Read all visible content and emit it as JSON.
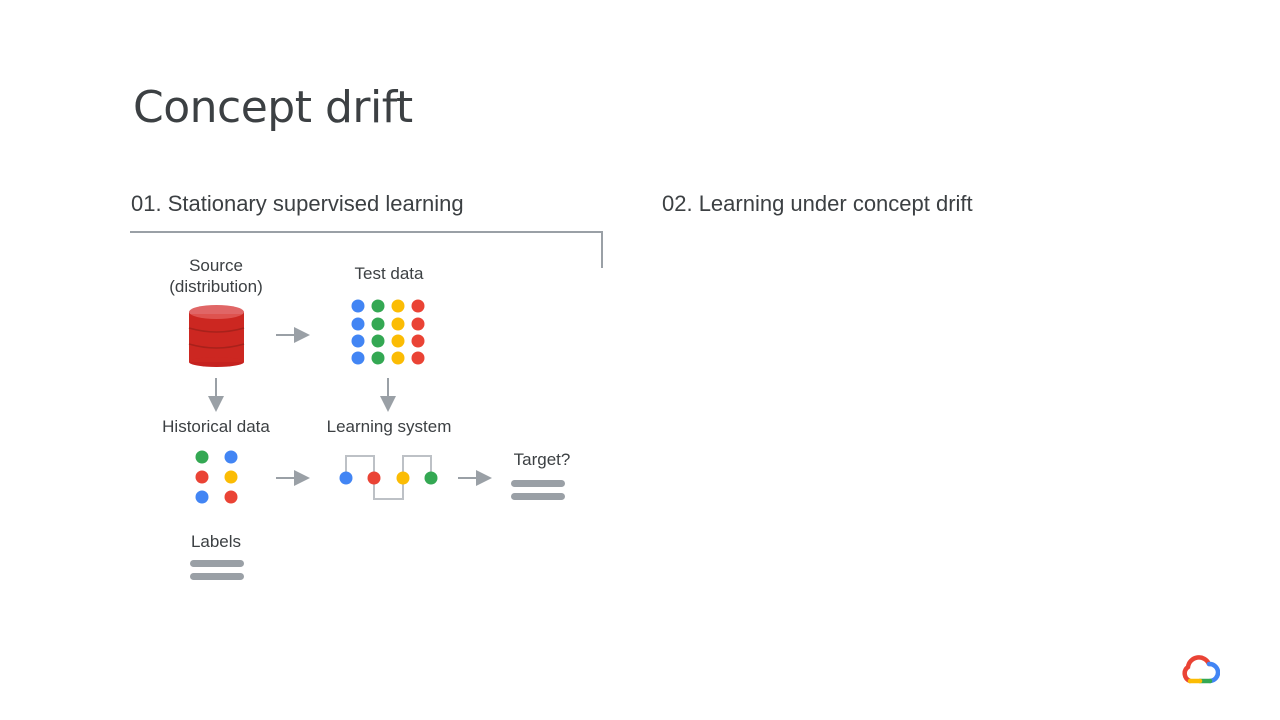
{
  "slide": {
    "title": "Concept drift"
  },
  "sections": {
    "left_heading": "01. Stationary supervised learning",
    "right_heading": "02. Learning under concept drift"
  },
  "diagram": {
    "source_label_line1": "Source",
    "source_label_line2": "(distribution)",
    "test_data_label": "Test data",
    "historical_data_label": "Historical data",
    "learning_system_label": "Learning system",
    "target_label": "Target?",
    "labels_label": "Labels"
  },
  "icons": {
    "database": "database-icon",
    "logo": "google-cloud-logo"
  },
  "colors": {
    "blue": "#4285f4",
    "green": "#34a853",
    "yellow": "#fbbc04",
    "red": "#ea4335",
    "db_red": "#d93025",
    "gray": "#9aa0a6",
    "text": "#3c4043"
  }
}
